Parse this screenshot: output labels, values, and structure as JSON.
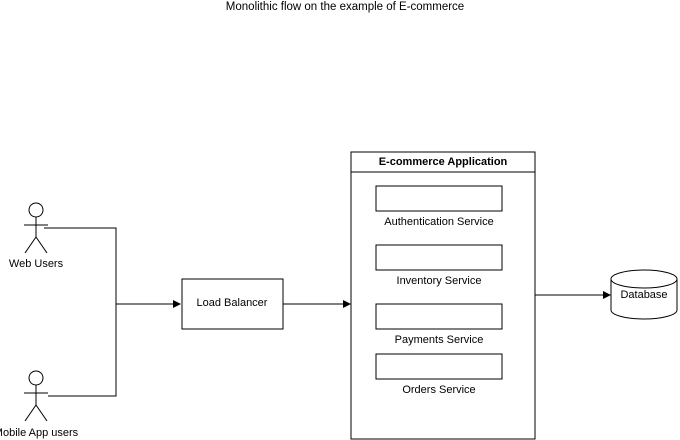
{
  "diagram": {
    "title": "Monolithic flow on the example of E-commerce",
    "actors": {
      "web": "Web Users",
      "mobile": "Mobile App users"
    },
    "load_balancer": "Load Balancer",
    "application": {
      "title": "E-commerce Application",
      "services": [
        "Authentication Service",
        "Inventory Service",
        "Payments Service",
        "Orders Service"
      ]
    },
    "database": "Database"
  }
}
